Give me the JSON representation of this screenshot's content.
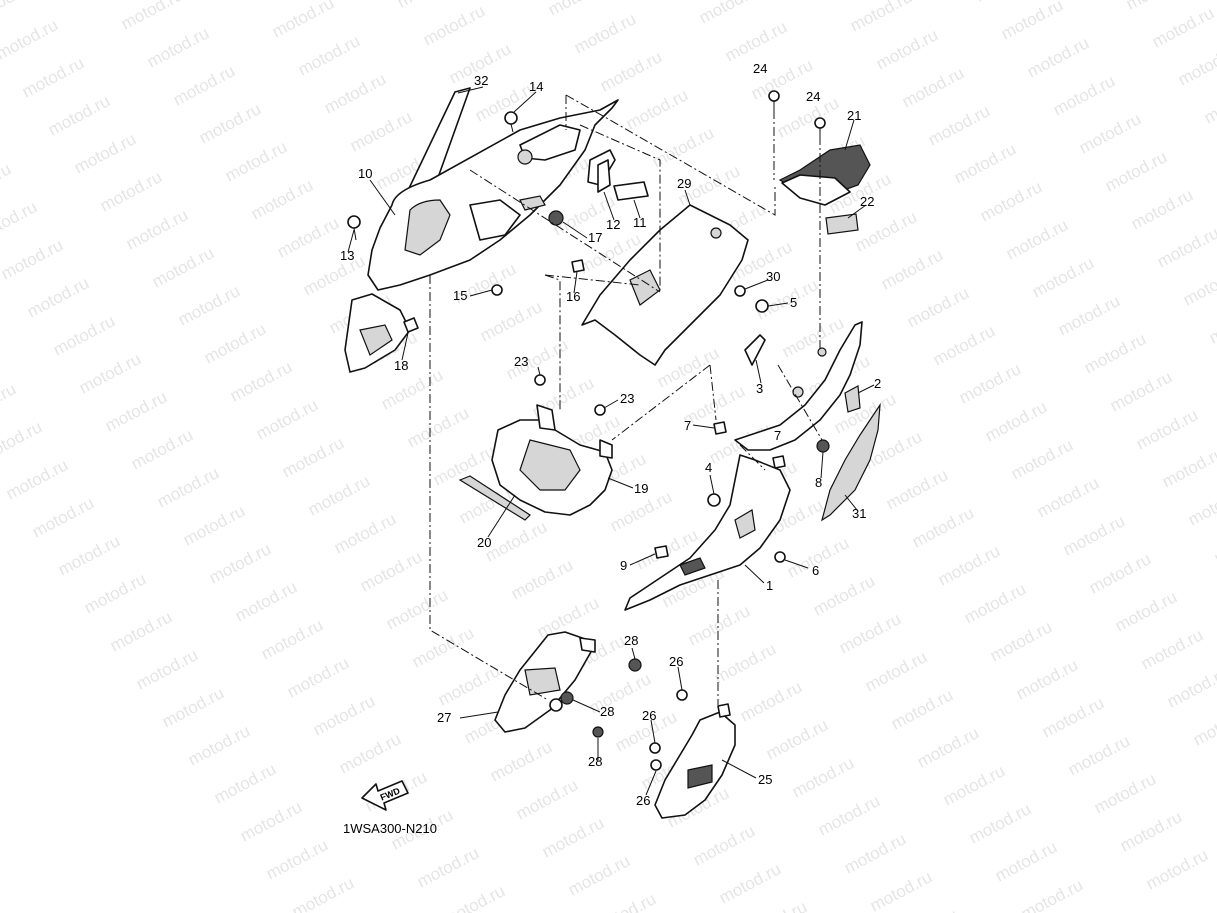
{
  "watermark": "motod.ru",
  "diagram_code": "1WSA300-N210",
  "fwd_label": "FWD",
  "callouts": [
    "1",
    "2",
    "3",
    "4",
    "5",
    "6",
    "7",
    "7",
    "8",
    "9",
    "10",
    "11",
    "12",
    "13",
    "14",
    "15",
    "16",
    "17",
    "18",
    "19",
    "20",
    "21",
    "22",
    "23",
    "23",
    "24",
    "24",
    "25",
    "26",
    "26",
    "26",
    "27",
    "28",
    "28",
    "28",
    "29",
    "30",
    "31",
    "32"
  ]
}
